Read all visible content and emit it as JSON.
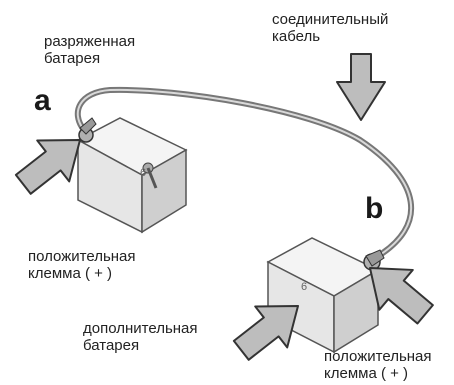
{
  "labels": {
    "discharged_battery": "разряженная\nбатарея",
    "jumper_cable": "соединительный\nкабель",
    "positive_terminal_a": "положительная\nклемма ( + )",
    "booster_battery": "дополнительная\nбатарея",
    "positive_terminal_b": "положительная\nклемма ( + )",
    "point_a": "a",
    "point_b": "b"
  },
  "battery_marks": {
    "discharged": "6",
    "booster": "6"
  },
  "colors": {
    "battery_fill": "#e8e8e8",
    "battery_top": "#f4f4f4",
    "battery_side": "#cfcfcf",
    "arrow_fill": "#bdbdbd",
    "outline": "#555555",
    "cable": "#888888"
  }
}
